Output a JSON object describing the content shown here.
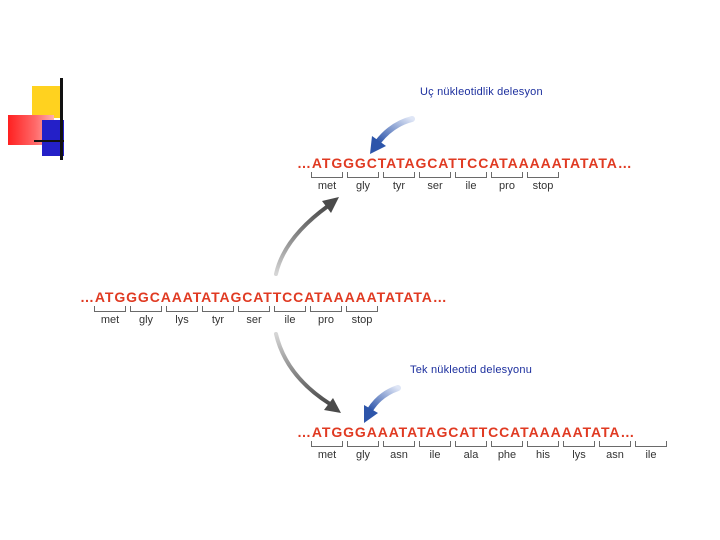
{
  "captions": {
    "top": "Uç nükleotidlik delesyon",
    "bottom": "Tek nükleotid delesyonu"
  },
  "sequences": {
    "top": "…ATGGGCTATAGCATTCCATAAAAATATATA…",
    "middle": "…ATGGGCAAATATAGCATTCCATAAAAATATATA…",
    "bottom": "…ATGGGAAATATAGCATTCCATAAAAATATA…"
  },
  "codons": {
    "top": [
      "met",
      "gly",
      "tyr",
      "ser",
      "ile",
      "pro",
      "stop"
    ],
    "middle": [
      "met",
      "gly",
      "lys",
      "tyr",
      "ser",
      "ile",
      "pro",
      "stop"
    ],
    "bottom": [
      "met",
      "gly",
      "asn",
      "ile",
      "ala",
      "phe",
      "his",
      "lys",
      "asn",
      "ile"
    ]
  },
  "colors": {
    "sequence": "#e03a22",
    "caption": "#1c2f9e",
    "pointer_arrow": "#3a5fb0",
    "transition_arrow": "#555555"
  }
}
